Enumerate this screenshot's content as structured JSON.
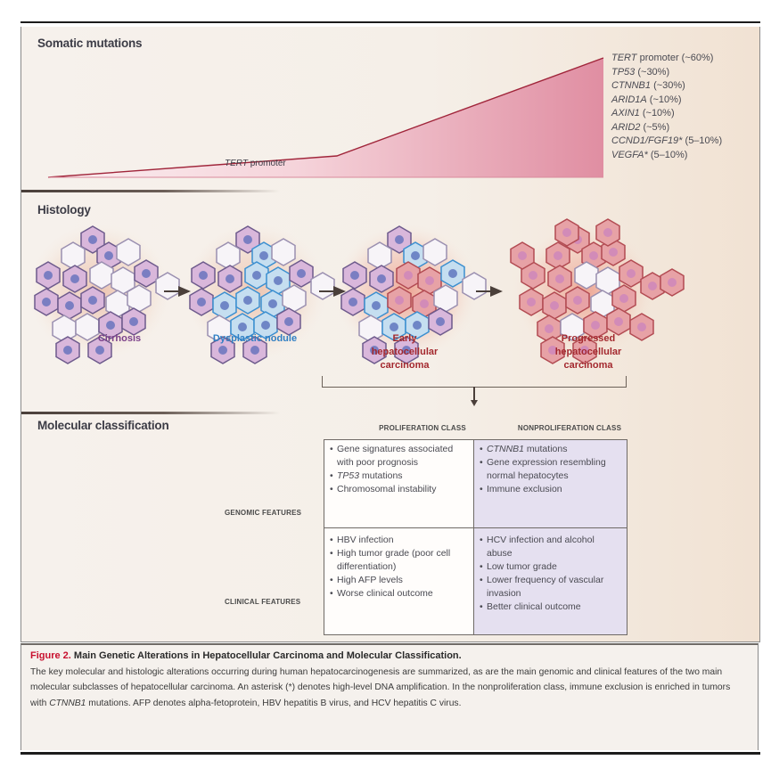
{
  "figure": {
    "sections": {
      "somatic": "Somatic mutations",
      "histology": "Histology",
      "molecular": "Molecular classification"
    },
    "somatic_mutations": {
      "ramp_label": {
        "gene": "TERT",
        "suffix": " promoter"
      },
      "list": [
        {
          "gene": "TERT",
          "suffix": " promoter (~60%)"
        },
        {
          "gene": "TP53",
          "suffix": " (~30%)"
        },
        {
          "gene": "CTNNB1",
          "suffix": " (~30%)"
        },
        {
          "gene": "ARID1A",
          "suffix": " (~10%)"
        },
        {
          "gene": "AXIN1",
          "suffix": " (~10%)"
        },
        {
          "gene": "ARID2",
          "suffix": " (~5%)"
        },
        {
          "gene": "CCND1/FGF19*",
          "suffix": " (5–10%)"
        },
        {
          "gene": "VEGFA*",
          "suffix": " (5–10%)"
        }
      ],
      "ramp_color": "#d9768f"
    },
    "histology": {
      "stages": [
        {
          "label_lines": [
            "Cirrhosis"
          ],
          "color": "#7a3f8a"
        },
        {
          "label_lines": [
            "Dysplastic nodule"
          ],
          "color": "#2f7fc4"
        },
        {
          "label_lines": [
            "Early",
            "hepatocellular",
            "carcinoma"
          ],
          "color": "#a3282e"
        },
        {
          "label_lines": [
            "Progressed",
            "hepatocellular",
            "carcinoma"
          ],
          "color": "#a3282e"
        }
      ]
    },
    "molecular": {
      "columns": [
        "PROLIFERATION CLASS",
        "NONPROLIFERATION CLASS"
      ],
      "rows": [
        "GENOMIC FEATURES",
        "CLINICAL FEATURES"
      ],
      "cells": {
        "proliferation_genomic": [
          {
            "text": "Gene signatures associated with poor prognosis"
          },
          {
            "italic": "TP53",
            "text": " mutations"
          },
          {
            "text": "Chromosomal instability"
          }
        ],
        "nonproliferation_genomic": [
          {
            "italic": "CTNNB1",
            "text": " mutations"
          },
          {
            "text": "Gene expression resembling normal hepatocytes"
          },
          {
            "text": "Immune exclusion"
          }
        ],
        "proliferation_clinical": [
          {
            "text": "HBV infection"
          },
          {
            "text": "High tumor grade (poor cell differentiation)"
          },
          {
            "text": "High AFP levels"
          },
          {
            "text": "Worse clinical outcome"
          }
        ],
        "nonproliferation_clinical": [
          {
            "text": "HCV infection and alcohol abuse"
          },
          {
            "text": "Low tumor grade"
          },
          {
            "text": "Lower frequency of vascular invasion"
          },
          {
            "text": "Better clinical outcome"
          }
        ]
      },
      "nonproliferation_color": "#e5e0f0"
    },
    "caption": {
      "figure_number": "Figure 2.",
      "title": " Main Genetic Alterations in Hepatocellular Carcinoma and Molecular Classification.",
      "body_part1": "The key molecular and histologic alterations occurring during human hepatocarcinogenesis are summarized, as are the main genomic and clinical features of the two main molecular subclasses of hepatocellular carcinoma. An asterisk (*) denotes high-level DNA amplification. In the nonproliferation class, immune exclusion is enriched in tumors with ",
      "body_italic": "CTNNB1",
      "body_part2": " mutations. AFP denotes alpha-fetoprotein, HBV hepatitis B virus, and HCV hepatitis C virus.",
      "accent_color": "#c8102e"
    }
  }
}
